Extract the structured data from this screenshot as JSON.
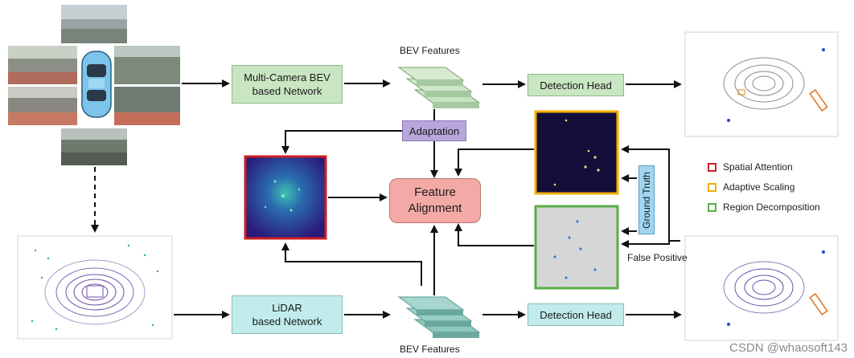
{
  "nodes": {
    "multi_camera": [
      "Multi-Camera BEV",
      "based Network"
    ],
    "lidar_net": [
      "LiDAR",
      "based Network"
    ],
    "bev_top": "BEV Features",
    "bev_bottom": "BEV Features",
    "det_top": "Detection Head",
    "det_bottom": "Detection Head",
    "adaptation": "Adaptation",
    "feature_alignment": [
      "Feature",
      "Alignment"
    ],
    "ground_truth": "Ground Truth",
    "false_positive": "False Positive"
  },
  "legend": [
    {
      "label": "Spatial Attention",
      "color": "#cc2020"
    },
    {
      "label": "Adaptive Scaling",
      "color": "#f0b000"
    },
    {
      "label": "Region Decomposition",
      "color": "#5aad45"
    }
  ],
  "watermark": "CSDN @whaosoft143",
  "colors": {
    "green_box": "#c9e6c2",
    "cyan_box": "#c2ecec",
    "purple_box": "#b9a6dc",
    "pink_box": "#f3aaa6",
    "blue_box": "#9fd6f2",
    "spatial_border": "#cc2020",
    "adaptive_border": "#f0b000",
    "region_border": "#5aad45"
  }
}
